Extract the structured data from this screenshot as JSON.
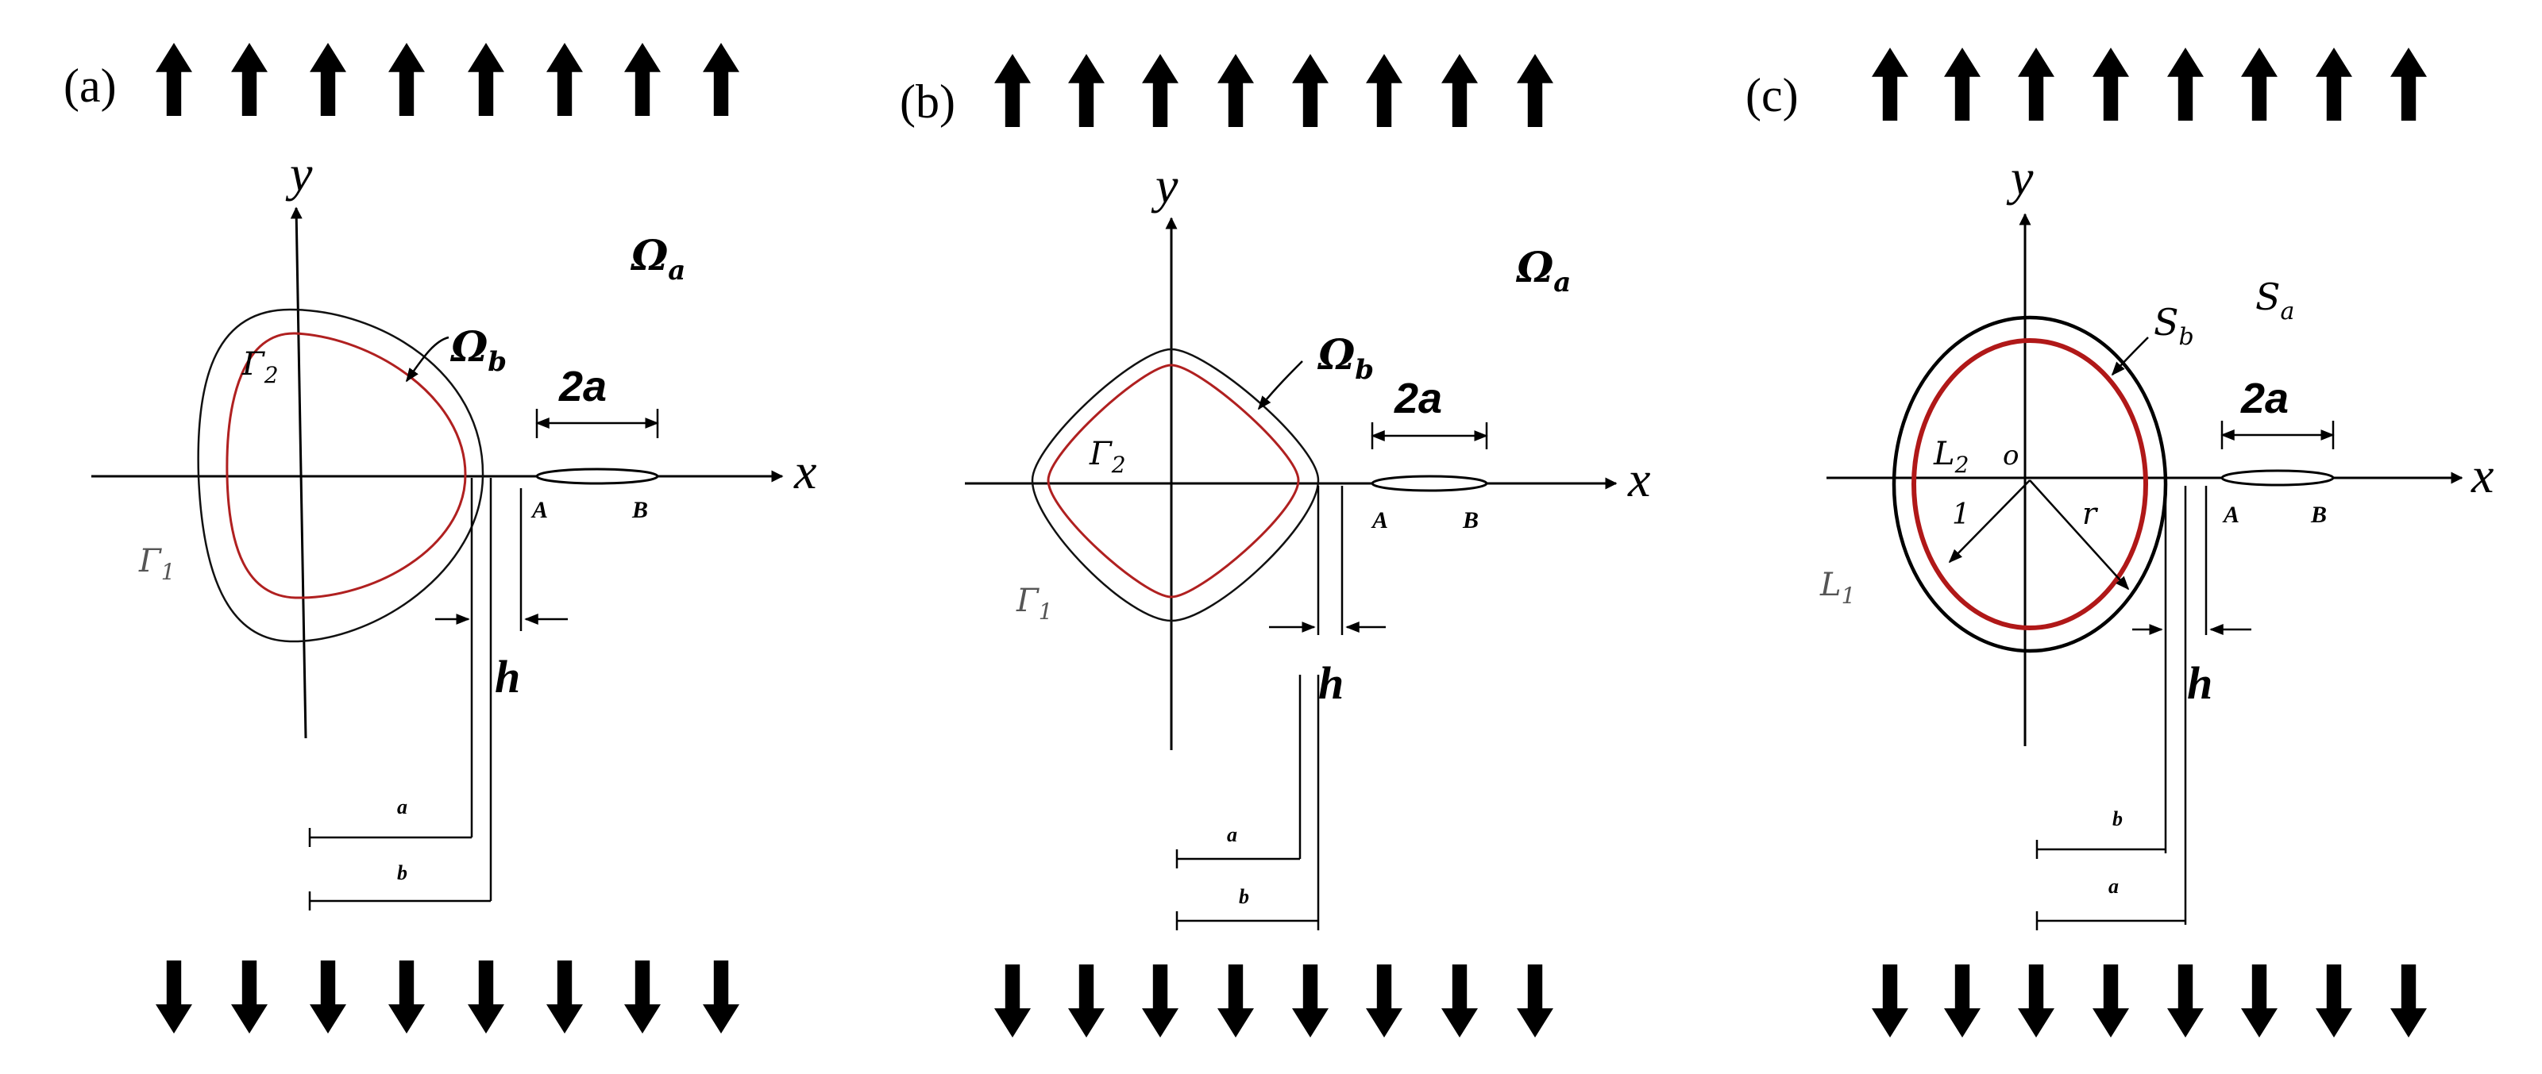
{
  "panels": [
    {
      "label": "(a)",
      "x_axis": "x",
      "y_axis": "y",
      "outer_region": "Ω",
      "outer_region_sub": "a",
      "inner_region": "Ω",
      "inner_region_sub": "b",
      "outer_boundary": "Γ",
      "outer_boundary_sub": "1",
      "inner_boundary": "Γ",
      "inner_boundary_sub": "2",
      "crack_length": "2a",
      "tip_left": "A",
      "tip_right": "B",
      "gap": "h",
      "dim_top": "a",
      "dim_bottom": "b"
    },
    {
      "label": "(b)",
      "x_axis": "x",
      "y_axis": "y",
      "outer_region": "Ω",
      "outer_region_sub": "a",
      "inner_region": "Ω",
      "inner_region_sub": "b",
      "outer_boundary": "Γ",
      "outer_boundary_sub": "1",
      "inner_boundary": "Γ",
      "inner_boundary_sub": "2",
      "crack_length": "2a",
      "tip_left": "A",
      "tip_right": "B",
      "gap": "h",
      "dim_top": "a",
      "dim_bottom": "b"
    },
    {
      "label": "(c)",
      "x_axis": "x",
      "y_axis": "y",
      "outer_region": "S",
      "outer_region_sub": "a",
      "inner_region": "S",
      "inner_region_sub": "b",
      "outer_boundary": "L",
      "outer_boundary_sub": "1",
      "inner_boundary": "L",
      "inner_boundary_sub": "2",
      "origin": "o",
      "inner_radius": "1",
      "outer_radius": "r",
      "crack_length": "2a",
      "tip_left": "A",
      "tip_right": "B",
      "gap": "h",
      "dim_top": "b",
      "dim_bottom": "a"
    }
  ],
  "colors": {
    "ink": "#000000",
    "inclusion_boundary": "#b02020"
  },
  "load_arrows_per_row": 8
}
